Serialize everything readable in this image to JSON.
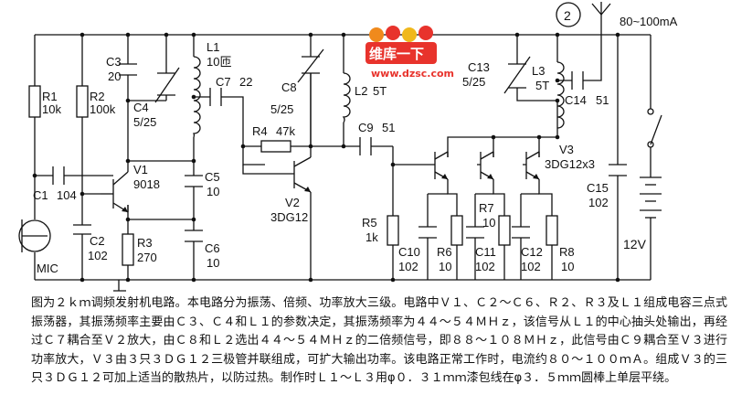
{
  "figure_number": "2",
  "current": "80~100mA",
  "watermark": {
    "brand": "维库一下",
    "url": "www.dzsc.com"
  },
  "components": {
    "R1": {
      "name": "R1",
      "value": "10k"
    },
    "R2": {
      "name": "R2",
      "value": "100k"
    },
    "C1": {
      "name": "C1",
      "value": "104"
    },
    "C2": {
      "name": "C2",
      "value": "102"
    },
    "C3": {
      "name": "C3",
      "value": "20"
    },
    "C4": {
      "name": "C4",
      "value": "5/25"
    },
    "L1": {
      "name": "L1",
      "value": "10匝"
    },
    "C7": {
      "name": "C7",
      "value": "22"
    },
    "C5": {
      "name": "C5",
      "value": "10"
    },
    "C6": {
      "name": "C6",
      "value": "10"
    },
    "V1": {
      "name": "V1",
      "value": "9018"
    },
    "R3": {
      "name": "R3",
      "value": "270"
    },
    "MIC": {
      "name": "MIC"
    },
    "R4": {
      "name": "R4",
      "value": "47k"
    },
    "C8": {
      "name": "C8",
      "value": "5/25"
    },
    "L2": {
      "name": "L2",
      "value": "5T"
    },
    "V2": {
      "name": "V2",
      "value": "3DG12"
    },
    "C9": {
      "name": "C9",
      "value": "51"
    },
    "R5": {
      "name": "R5",
      "value": "1k"
    },
    "C10": {
      "name": "C10",
      "value": "102"
    },
    "R6": {
      "name": "R6",
      "value": "10"
    },
    "R7": {
      "name": "R7",
      "value": "10"
    },
    "C11": {
      "name": "C11",
      "value": "102"
    },
    "C12": {
      "name": "C12",
      "value": "102"
    },
    "R8": {
      "name": "R8",
      "value": "10"
    },
    "C13": {
      "name": "C13",
      "value": "5/25"
    },
    "L3": {
      "name": "L3",
      "value": "5T"
    },
    "C14": {
      "name": "C14",
      "value": "51"
    },
    "V3": {
      "name": "V3",
      "value": "3DG12x3"
    },
    "C15": {
      "name": "C15",
      "value": "102"
    },
    "battery": {
      "value": "12V"
    }
  },
  "caption": [
    "图为２ｋｍ调频发射机电路。本电路分为振荡、倍频、功率放大三级。电路中Ｖ１、Ｃ２～Ｃ６、Ｒ２、Ｒ３及Ｌ１组成电容三点式振荡器，其振荡频率主要由Ｃ３、Ｃ４和Ｌ１的参数决定，其振荡频率为４４～５４ＭＨｚ，该信号从Ｌ１的中心抽头处输出，再经过Ｃ７耦合至Ｖ２放大，由Ｃ８和Ｌ２选出４４～５４ＭＨｚ的二倍频信号，即８８～１０８ＭＨｚ，此信号由Ｃ９耦合至Ｖ３进行功率放大，Ｖ３由３只３ＤＧ１２三极管并联组成，可扩大输出功率。该电路正常工作时，电流约８０～１００ｍＡ。组成Ｖ３的三只３ＤＧ１２可加上适当的散热片，以防过热。制作时Ｌ１～Ｌ３用φ０．３１ｍｍ漆包线在φ３．５ｍｍ圆棒上单层平绕。"
  ]
}
